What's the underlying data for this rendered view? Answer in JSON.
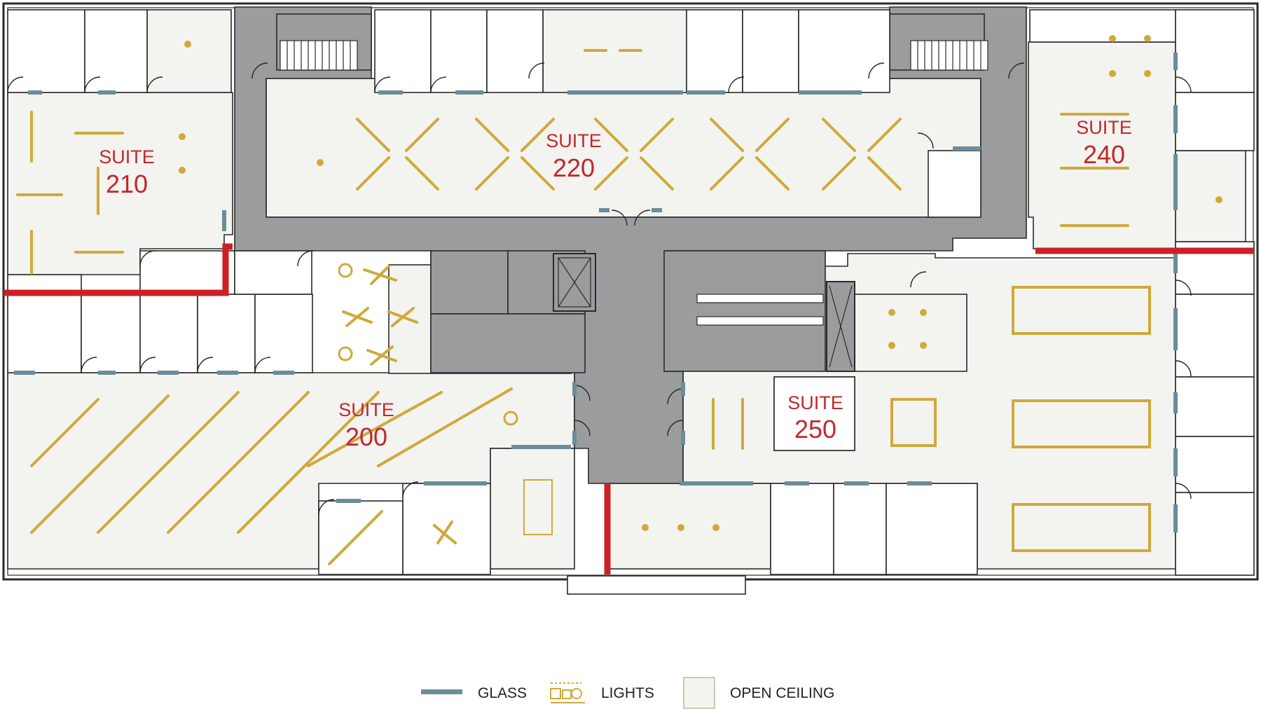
{
  "suites": [
    {
      "key": "210",
      "name": "SUITE",
      "number": "210"
    },
    {
      "key": "220",
      "name": "SUITE",
      "number": "220"
    },
    {
      "key": "240",
      "name": "SUITE",
      "number": "240"
    },
    {
      "key": "200",
      "name": "SUITE",
      "number": "200"
    },
    {
      "key": "250",
      "name": "SUITE",
      "number": "250"
    }
  ],
  "legend": {
    "glass": "GLASS",
    "lights": "LIGHTS",
    "open_ceiling": "OPEN CEILING"
  },
  "colors": {
    "glass": "#6d8c99",
    "lights": "#cfa93b",
    "open_ceiling": "#f3f3ef",
    "core": "#9a9c9e",
    "demising_wall": "#cc2027",
    "suite_label": "#c0282d"
  },
  "icons": [
    "glass-swatch-icon",
    "lights-swatch-icon",
    "open-ceiling-swatch-icon",
    "elevator-icon",
    "stair-icon",
    "door-swing-icon"
  ]
}
